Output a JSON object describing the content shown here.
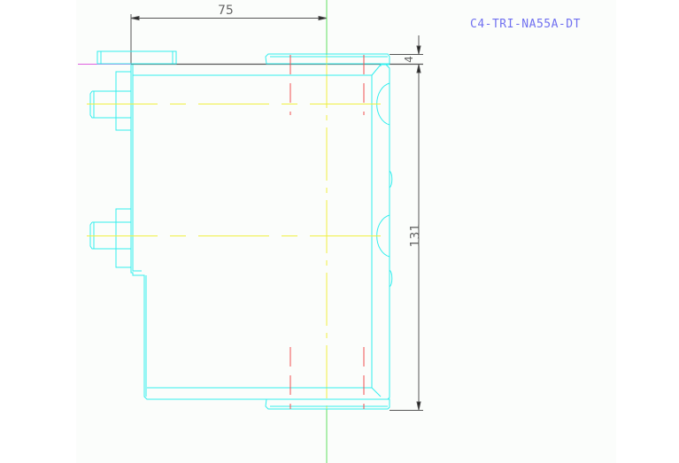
{
  "drawing": {
    "title": "C4-TRI-NA55A-DT",
    "dimensions": {
      "width_label": "75",
      "thickness_label": "4",
      "height_label": "131"
    },
    "colors": {
      "background": "#fbfdfb",
      "outline": "#33eeee",
      "centerline_yellow": "#f0f040",
      "centerline_green": "#60e060",
      "hidden_red": "#f05050",
      "dimension": "#555555",
      "title": "#7070f0",
      "reference_magenta": "#e060e0"
    }
  }
}
